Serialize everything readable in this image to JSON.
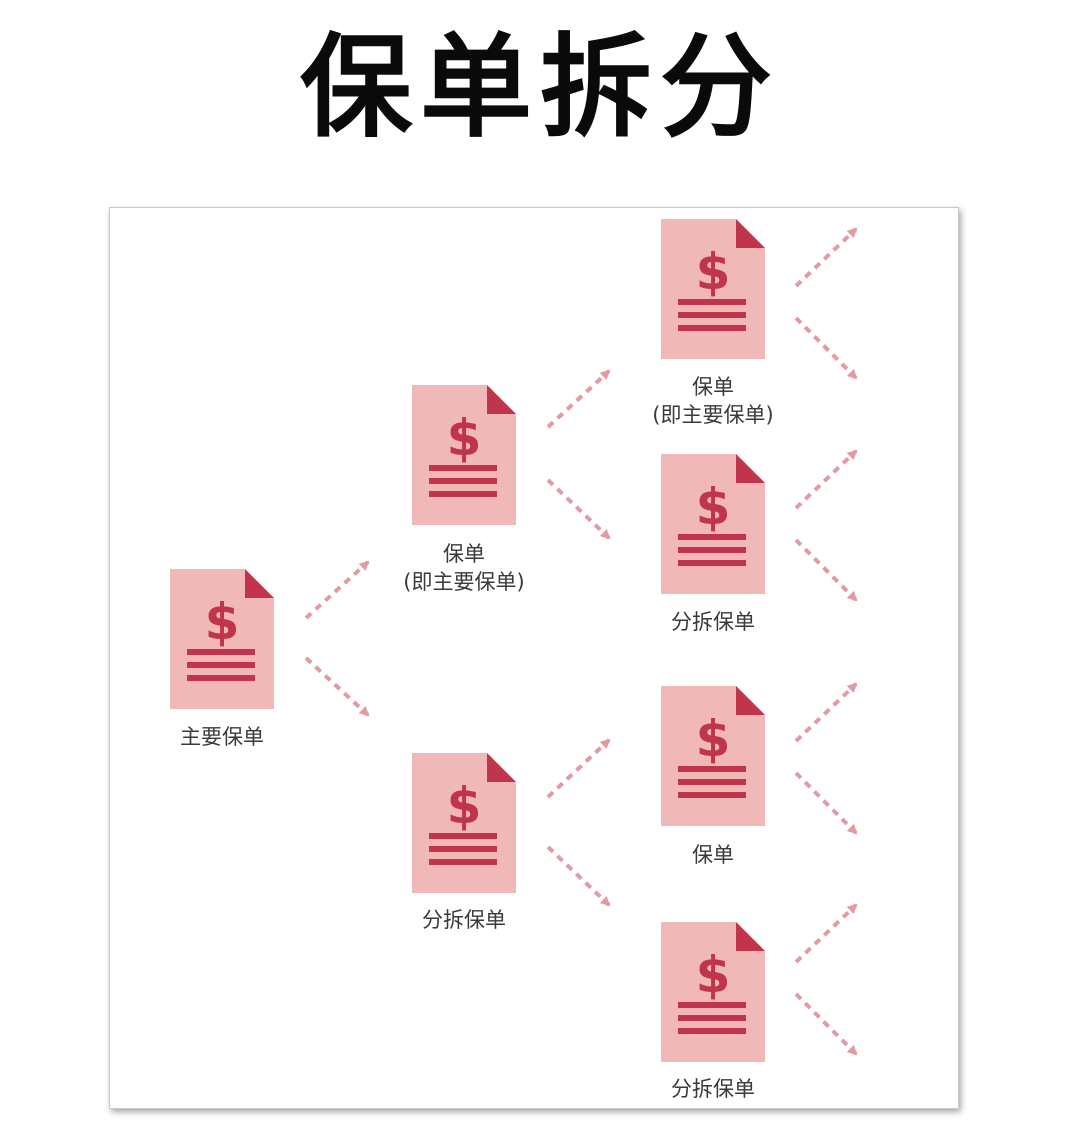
{
  "title": "保单拆分",
  "colors": {
    "doc_fill": "#f0b8b6",
    "doc_dark": "#c0354b",
    "arrow": "#e39aa3",
    "text": "#3a3a3a"
  },
  "nodes": {
    "root": {
      "label": "主要保单"
    },
    "l2_top": {
      "label": "保单",
      "sublabel": "(即主要保单)"
    },
    "l2_bottom": {
      "label": "分拆保单"
    },
    "l3_1": {
      "label": "保单",
      "sublabel": "(即主要保单)"
    },
    "l3_2": {
      "label": "分拆保单"
    },
    "l3_3": {
      "label": "保单"
    },
    "l3_4": {
      "label": "分拆保单"
    }
  },
  "doc_symbol": "$"
}
